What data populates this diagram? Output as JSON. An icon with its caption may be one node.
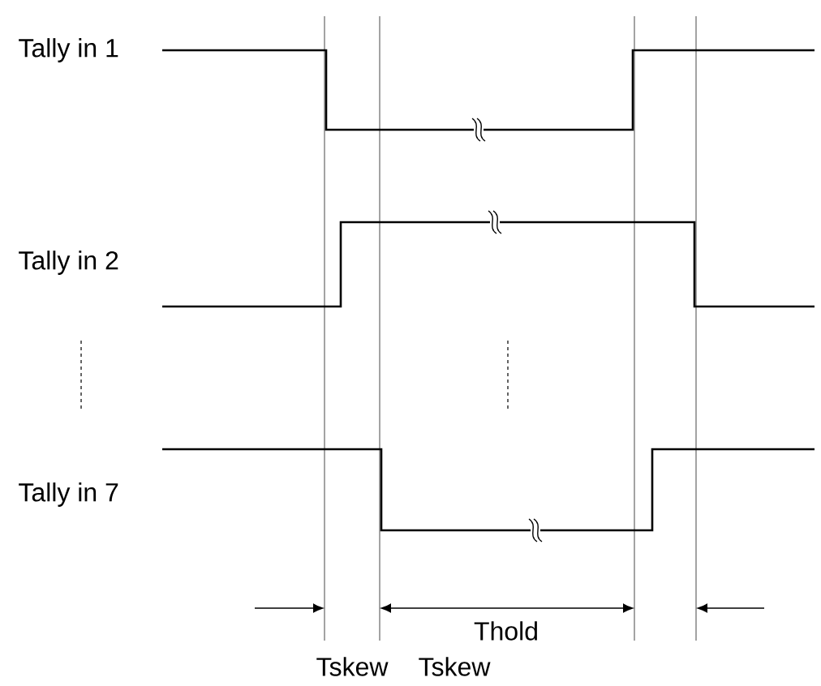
{
  "diagram": {
    "labels": [
      "Tally in 1",
      "Tally in 2",
      "Tally in 7",
      "Thold",
      "Tskew",
      "Tskew"
    ]
  }
}
